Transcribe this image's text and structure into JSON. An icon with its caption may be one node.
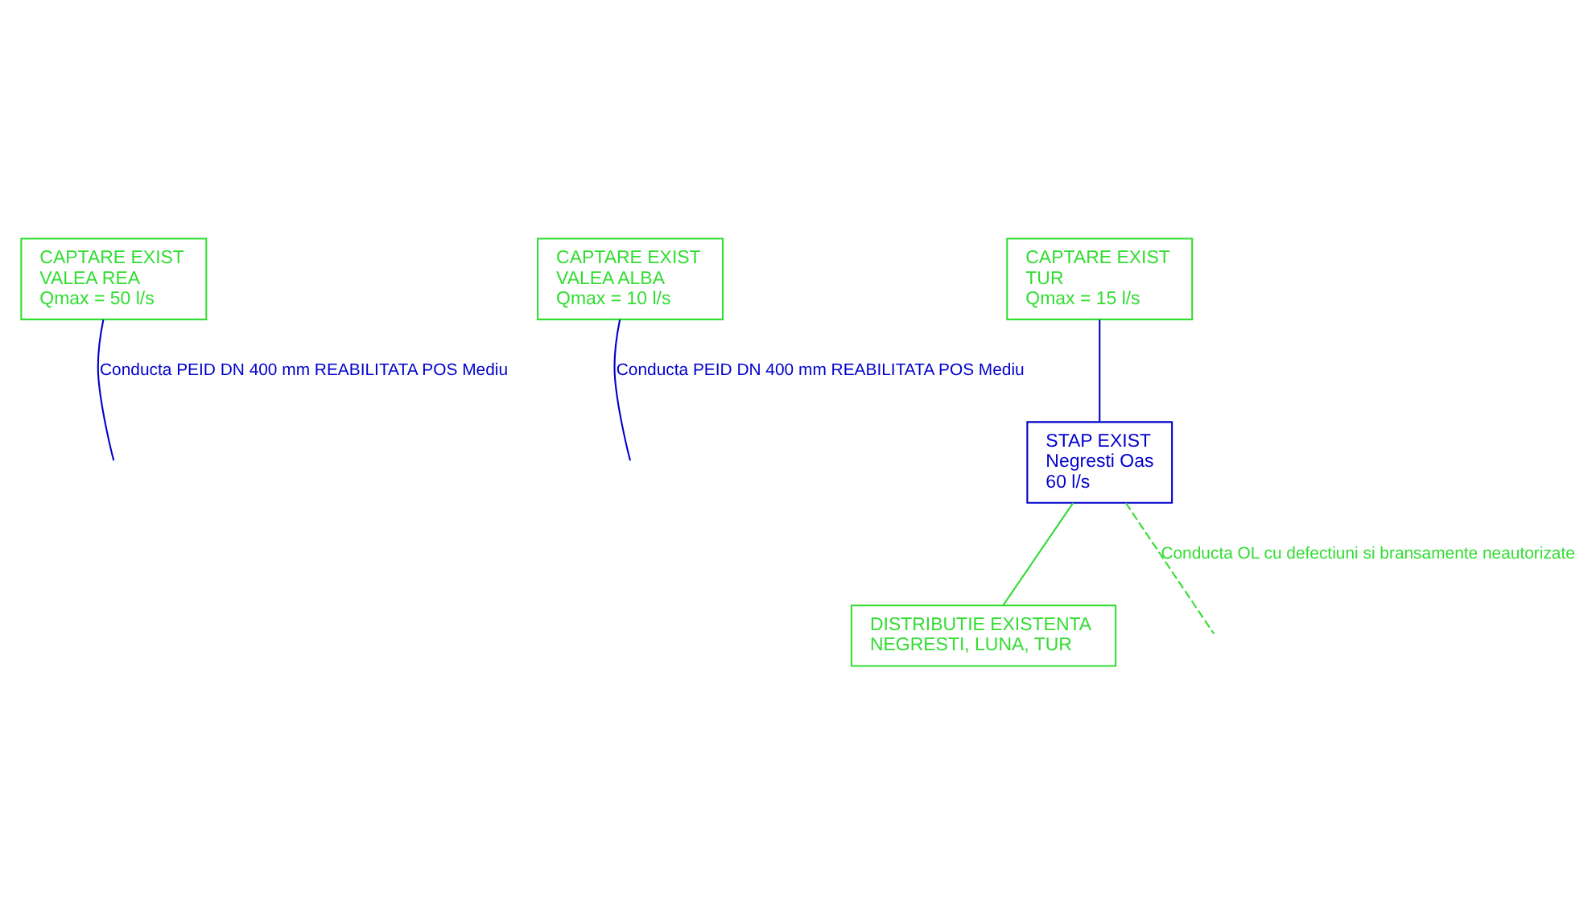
{
  "diagram": {
    "nodes": [
      {
        "text": [
          "CAPTARE EXIST",
          "VALEA REA",
          "Qmax = 50 l/s"
        ]
      },
      {
        "text": [
          "CAPTARE EXIST",
          "VALEA ALBA",
          "Qmax = 10 l/s"
        ]
      },
      {
        "text": [
          "CAPTARE EXIST",
          "TUR",
          "Qmax = 15 l/s"
        ]
      },
      {
        "text": [
          "STAP EXIST",
          "Negresti Oas",
          "60 l/s"
        ]
      },
      {
        "text": [
          "DISTRIBUTIE EXISTENTA",
          "NEGRESTI, LUNA, TUR"
        ]
      }
    ],
    "edges": [
      {
        "from": 0,
        "to": null,
        "arrow": "none",
        "label": "Conducta PEID DN 400 mm REABILITATA POS Mediu"
      },
      {
        "from": 1,
        "to": null,
        "arrow": "none",
        "label": "Conducta PEID DN 400 mm REABILITATA POS Mediu"
      },
      {
        "from": 2,
        "to": 3,
        "arrow": "none"
      },
      {
        "from": 3,
        "to": 4,
        "arrow": "none",
        "color": "#33dd33"
      },
      {
        "from": 3,
        "to": null,
        "arrow": "none",
        "style": "dashed",
        "color": "#33dd33",
        "label": "Conducta OL cu defectiuni si bransamente neautorizate"
      }
    ]
  }
}
